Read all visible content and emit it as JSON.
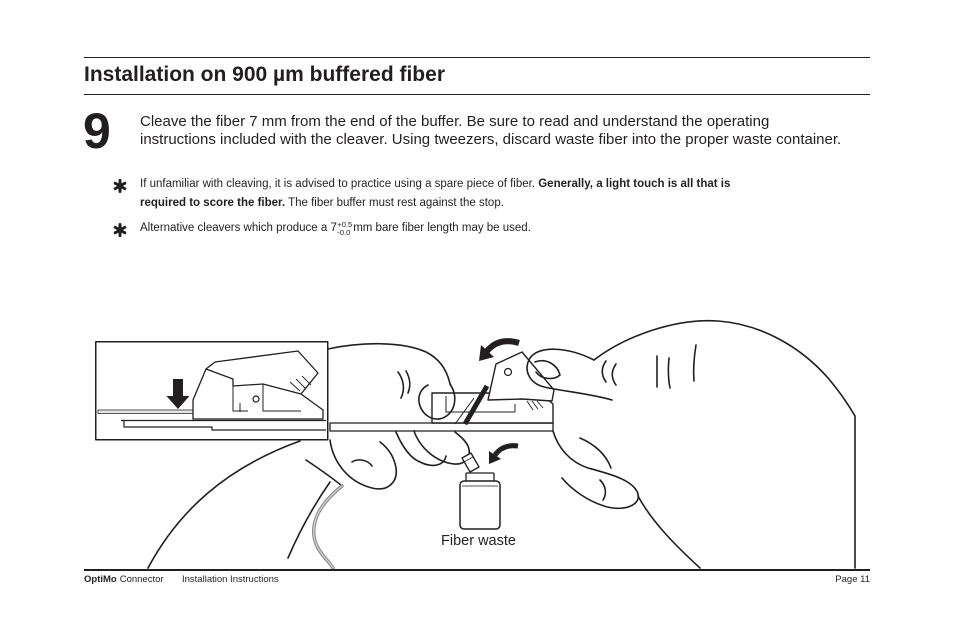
{
  "section": {
    "title": "Installation on 900 µm buffered fiber"
  },
  "step": {
    "number": "9",
    "lines": [
      "Cleave the fiber 7 mm from the end of the buffer. Be sure to read and understand the operating",
      "instructions included with the cleaver. Using tweezers, discard waste fiber into the proper waste container."
    ]
  },
  "notes": [
    {
      "marker_icon": "asterisk-icon",
      "line1_text": "If unfamiliar with cleaving, it is advised to practice using a spare piece of fiber. ",
      "line1_bold": "Generally, a light touch is all that is",
      "line2_bold": "required to score the fiber.",
      "line2_text": " The fiber buffer must rest against the stop."
    },
    {
      "marker_icon": "asterisk-icon",
      "text_before": "Alternative cleavers which produce a 7",
      "tolerance_plus": "+0.5",
      "tolerance_minus": "-0.0",
      "text_after": "mm bare fiber length may be used."
    }
  ],
  "illustration": {
    "waste_label": "Fiber waste",
    "icons": {
      "inset_press": "down-arrow-icon",
      "lever_motion": "curved-arrow-icon",
      "discard_motion": "curved-arrow-icon"
    }
  },
  "footer": {
    "brand": "OptiMo",
    "product": "Connector",
    "document": "Installation Instructions",
    "page": "Page 11"
  },
  "colors": {
    "text": "#231f20",
    "rule": "#231f20",
    "fiber_cable": "#8a8a8a"
  }
}
